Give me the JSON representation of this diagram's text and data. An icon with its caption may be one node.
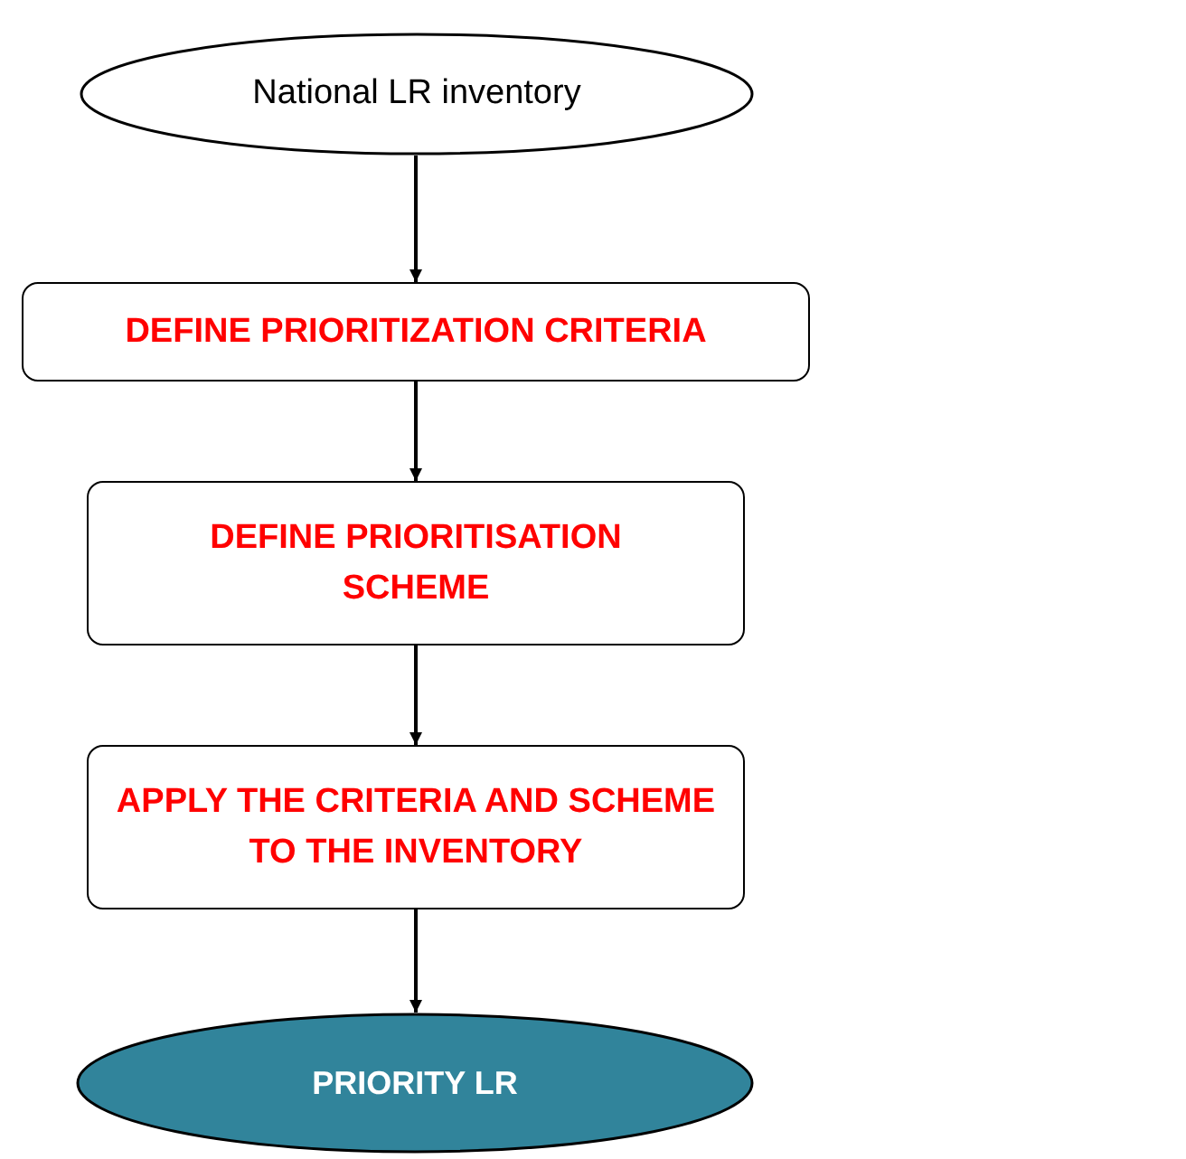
{
  "diagram": {
    "nodes": [
      {
        "text": [
          "National LR inventory"
        ]
      },
      {
        "text": [
          "DEFINE PRIORITIZATION CRITERIA"
        ]
      },
      {
        "text": [
          "DEFINE PRIORITISATION SCHEME"
        ]
      },
      {
        "text": [
          "APPLY THE CRITERIA AND SCHEME TO THE INVENTORY"
        ]
      },
      {
        "text": [
          "PRIORITY LR"
        ]
      }
    ],
    "edges": [
      {
        "from": 0,
        "to": 1,
        "arrow": "to"
      },
      {
        "from": 1,
        "to": 2,
        "arrow": "to"
      },
      {
        "from": 2,
        "to": 3,
        "arrow": "to"
      },
      {
        "from": 3,
        "to": 4,
        "arrow": "to"
      }
    ]
  }
}
